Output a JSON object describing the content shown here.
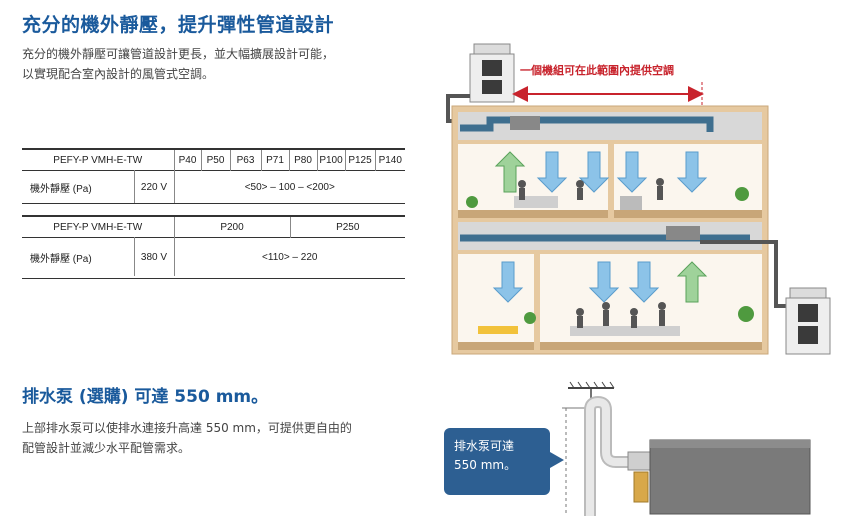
{
  "section1": {
    "title": "充分的機外靜壓，提升彈性管道設計",
    "line1": "充分的機外靜壓可讓管道設計更長，並大幅擴展設計可能，",
    "line2": "以實現配合室內設計的風管式空調。"
  },
  "table1": {
    "model": "PEFY-P VMH-E-TW",
    "columns": [
      "P40",
      "P50",
      "P63",
      "P71",
      "P80",
      "P100",
      "P125",
      "P140"
    ],
    "row_label": "機外靜壓 (Pa)",
    "voltage": "220 V",
    "value": "<50> – 100 – <200>"
  },
  "table2": {
    "model": "PEFY-P VMH-E-TW",
    "columns": [
      "P200",
      "P250"
    ],
    "row_label": "機外靜壓 (Pa)",
    "voltage": "380 V",
    "value": "<110> – 220"
  },
  "diagram": {
    "range_label": "一個機組可在此範圍內提供空調"
  },
  "section2": {
    "title": "排水泵 (選購) 可達 550 mm。",
    "line1": "上部排水泵可以使排水連接升高達 550 mm，可提供更自由的",
    "line2": "配管設計並減少水平配管需求。"
  },
  "callout": {
    "line1": "排水泵可達",
    "line2": "550 mm。"
  },
  "colors": {
    "heading": "#1a5a9c",
    "arrow_red": "#c8232c",
    "duct": "#3f6f8f",
    "building": "#e6c9a0",
    "callout": "#2d5f92"
  }
}
